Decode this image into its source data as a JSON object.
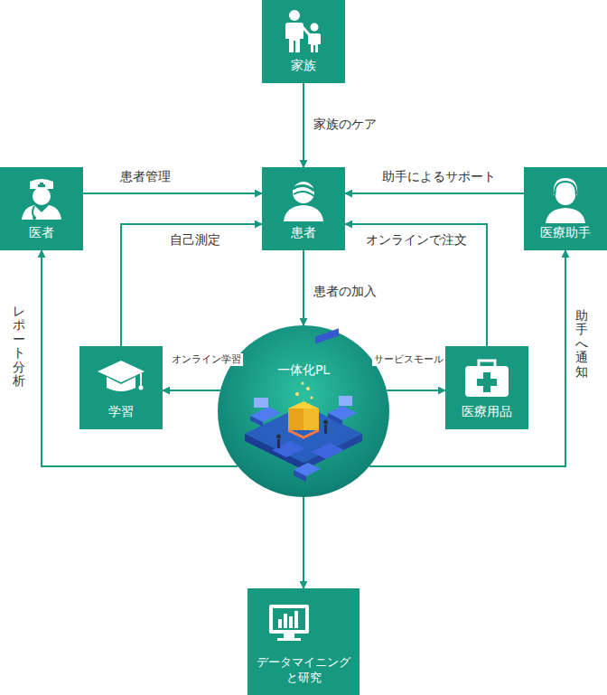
{
  "diagram": {
    "nodes": [
      {
        "text": [
          "家族"
        ]
      },
      {
        "text": [
          "医者"
        ]
      },
      {
        "text": [
          "患者"
        ]
      },
      {
        "text": [
          "医療助手"
        ]
      },
      {
        "text": [
          "学習"
        ]
      },
      {
        "text": [
          "一体化PL"
        ]
      },
      {
        "text": [
          "医療用品"
        ]
      },
      {
        "text": [
          "データマイニング と研究"
        ]
      }
    ],
    "edges": [
      {
        "from": 0,
        "to": 2,
        "arrow": "to",
        "label": "家族のケア"
      },
      {
        "from": 1,
        "to": 2,
        "arrow": "to",
        "label": "患者管理"
      },
      {
        "from": 3,
        "to": 2,
        "arrow": "to",
        "label": "助手によるサポート"
      },
      {
        "from": 4,
        "to": 2,
        "arrow": "to",
        "label": "自己測定"
      },
      {
        "from": 6,
        "to": 2,
        "arrow": "to",
        "label": "オンラインで注文"
      },
      {
        "from": 2,
        "to": 5,
        "arrow": "to",
        "label": "患者の加入"
      },
      {
        "from": 5,
        "to": 4,
        "arrow": "to",
        "label": "オンライン学習"
      },
      {
        "from": 5,
        "to": 6,
        "arrow": "to",
        "label": "サービスモール"
      },
      {
        "from": 5,
        "to": 1,
        "arrow": "to",
        "label": "レポート分析"
      },
      {
        "from": 5,
        "to": 3,
        "arrow": "to",
        "label": "助手へ通知"
      },
      {
        "from": 5,
        "to": 7,
        "arrow": "to"
      }
    ]
  }
}
